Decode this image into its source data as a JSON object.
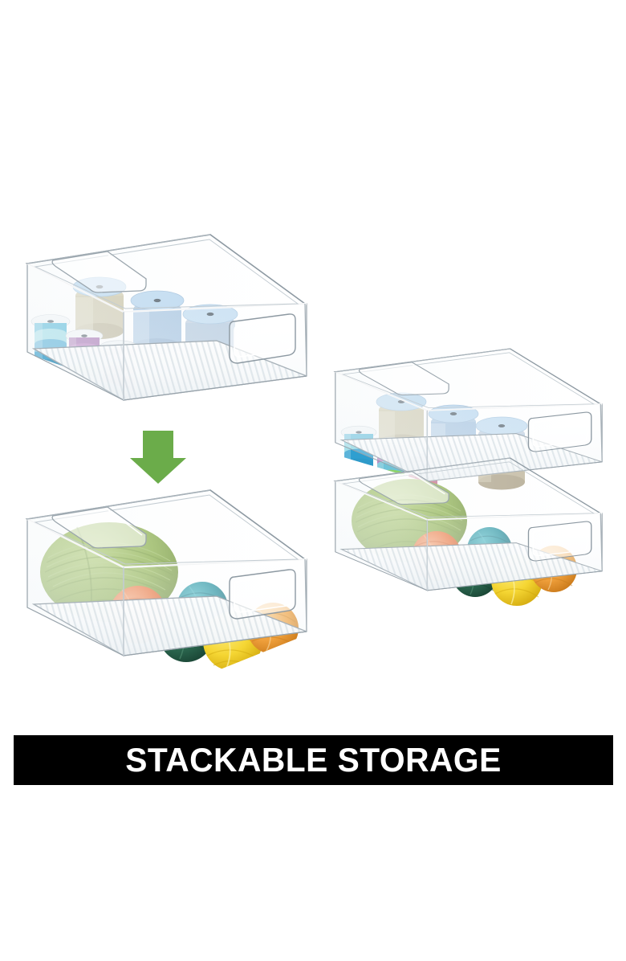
{
  "product": {
    "type": "clear-plastic-stackable-storage-bin",
    "material_appearance": "transparent acrylic / clear plastic",
    "feature_highlight": "Stackable Storage",
    "handles_per_bin": 2,
    "base_texture": "ribbed"
  },
  "banner": {
    "label": "STACKABLE STORAGE",
    "background_color": "#000000",
    "text_color": "#FFFFFF"
  },
  "arrow": {
    "name": "down-arrow",
    "color": "#6BAC4A",
    "direction": "down",
    "meaning": "swap or stack contents"
  },
  "bins": [
    {
      "id": "top-left-bin",
      "position": "upper-left",
      "contents": "ribbon-spools",
      "stacked": false
    },
    {
      "id": "bottom-left-bin",
      "position": "lower-left",
      "contents": "yarn-balls",
      "stacked": false
    },
    {
      "id": "stack-upper-bin",
      "position": "right-stack-top",
      "contents": "ribbon-spools",
      "stacked": true
    },
    {
      "id": "stack-lower-bin",
      "position": "right-stack-bottom",
      "contents": "yarn-balls",
      "stacked": true
    }
  ],
  "contents": {
    "ribbon_spools": {
      "large_spools": [
        {
          "name": "gold-glitter-ribbon-spool",
          "top_color": "#B9D7EE",
          "body_color": "#C8C2A4"
        },
        {
          "name": "blue-satin-ribbon-spool",
          "top_color": "#B4D4EE",
          "body_color": "#9DBEDD"
        },
        {
          "name": "silver-blue-ribbon-spool",
          "top_color": "#BCD9F0",
          "body_color": "#AFC6DC"
        },
        {
          "name": "champagne-glitter-ribbon-spool",
          "top_color": "#BCD9F0",
          "body_color": "#BEB49A"
        }
      ],
      "small_spool_stacks": [
        {
          "name": "blue-teal-spool-stack",
          "colors": [
            "#3BAFD4",
            "#8FD8E4",
            "#2F9FD0",
            "#2E9AC9"
          ]
        },
        {
          "name": "purple-green-spool-stack",
          "colors": [
            "#9A5FA8",
            "#B06FB8",
            "#6FC3D8",
            "#8FD36B"
          ]
        },
        {
          "name": "pink-mauve-spool-stack",
          "colors": [
            "#8A5A6A",
            "#EFB9CF",
            "#C06A8A",
            "#E8336D"
          ]
        }
      ]
    },
    "yarn_balls": [
      {
        "name": "green-yarn-skein",
        "color": "#8AAE4A",
        "size": "large"
      },
      {
        "name": "orange-yarn-ball",
        "color": "#E8692E",
        "size": "medium"
      },
      {
        "name": "teal-yarn-ball",
        "color": "#1B8A99",
        "size": "medium"
      },
      {
        "name": "dark-green-yarn-ball",
        "color": "#2D6B52",
        "size": "medium"
      },
      {
        "name": "yellow-yarn-ball",
        "color": "#F5D633",
        "size": "medium"
      },
      {
        "name": "light-orange-yarn-ball",
        "color": "#F0A03C",
        "size": "medium"
      }
    ]
  },
  "colors": {
    "background": "#FFFFFF",
    "plastic_edge": "#9AA5AD",
    "plastic_highlight": "#FFFFFF",
    "arrow_green": "#6BAC4A",
    "banner_black": "#000000"
  }
}
